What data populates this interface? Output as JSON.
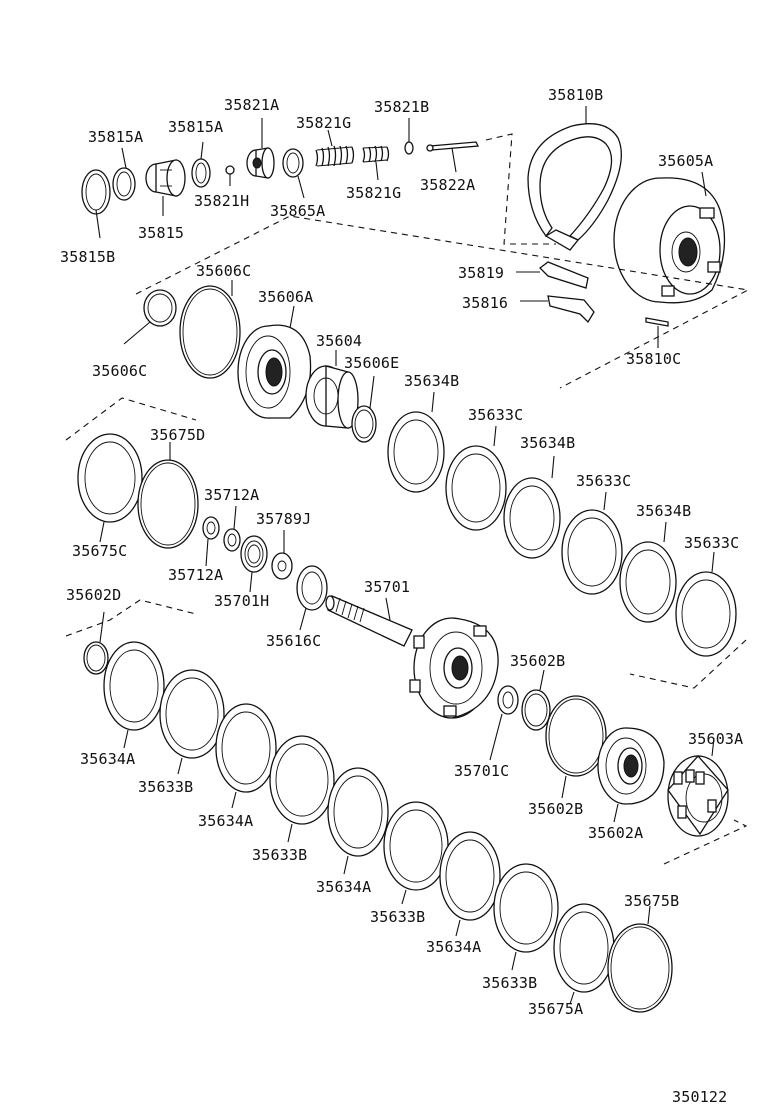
{
  "diagram": {
    "drawing_number": "350122",
    "labels": {
      "l35815A_1": "35815A",
      "l35815A_2": "35815A",
      "l35821A": "35821A",
      "l35821B": "35821B",
      "l35821G_1": "35821G",
      "l35821G_2": "35821G",
      "l35822A": "35822A",
      "l35821H": "35821H",
      "l35865A": "35865A",
      "l35815": "35815",
      "l35815B": "35815B",
      "l35810B": "35810B",
      "l35605A": "35605A",
      "l35819": "35819",
      "l35816": "35816",
      "l35810C": "35810C",
      "l35606C_1": "35606C",
      "l35606C_2": "35606C",
      "l35606A": "35606A",
      "l35604": "35604",
      "l35606E": "35606E",
      "l35634B_1": "35634B",
      "l35634B_2": "35634B",
      "l35634B_3": "35634B",
      "l35633C_1": "35633C",
      "l35633C_2": "35633C",
      "l35633C_3": "35633C",
      "l35675D": "35675D",
      "l35675C": "35675C",
      "l35712A_1": "35712A",
      "l35712A_2": "35712A",
      "l35789J": "35789J",
      "l35701H": "35701H",
      "l35701": "35701",
      "l35602D": "35602D",
      "l35616C": "35616C",
      "l35602B_1": "35602B",
      "l35602B_2": "35602B",
      "l35603A": "35603A",
      "l35701C": "35701C",
      "l35602A": "35602A",
      "l35634A_1": "35634A",
      "l35634A_2": "35634A",
      "l35634A_3": "35634A",
      "l35634A_4": "35634A",
      "l35633B_1": "35633B",
      "l35633B_2": "35633B",
      "l35633B_3": "35633B",
      "l35633B_4": "35633B",
      "l35675A": "35675A",
      "l35675B": "35675B"
    }
  }
}
